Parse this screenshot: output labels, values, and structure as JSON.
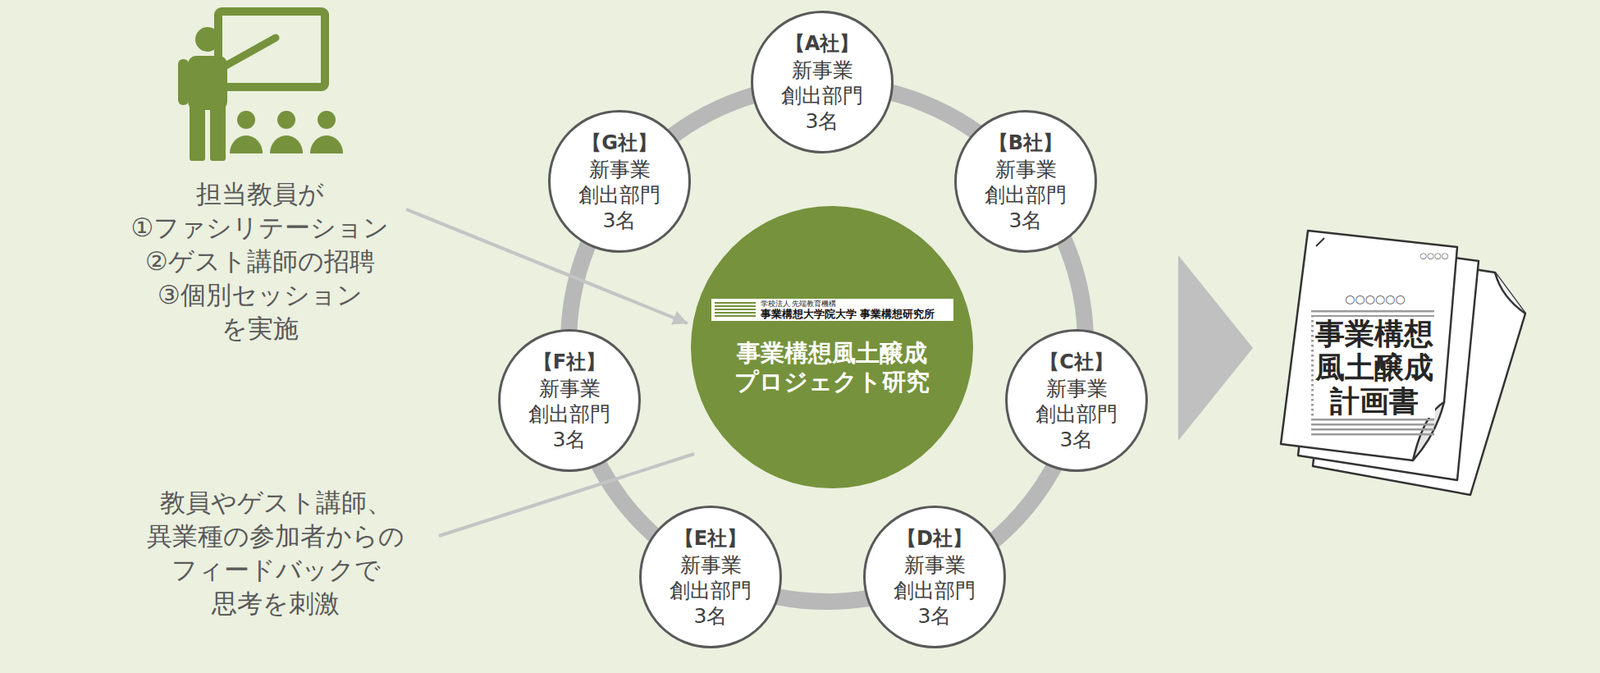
{
  "diagram": {
    "nodes": [
      {
        "text": [
          "【A社】",
          "新事業 創出部門 3名"
        ]
      },
      {
        "text": [
          "【B社】",
          "新事業 創出部門 3名"
        ]
      },
      {
        "text": [
          "【C社】",
          "新事業 創出部門 3名"
        ]
      },
      {
        "text": [
          "【D社】",
          "新事業 創出部門 3名"
        ]
      },
      {
        "text": [
          "【E社】",
          "新事業 創出部門 3名"
        ]
      },
      {
        "text": [
          "【F社】",
          "新事業 創出部門 3名"
        ]
      },
      {
        "text": [
          "【G社】",
          "新事業 創出部門 3名"
        ]
      },
      {
        "text": [
          "学校法人 先端教育機構",
          "事業構想大学院大学 事業構想研究所",
          "事業構想風土醸成 プロジェクト研究"
        ]
      },
      {
        "text": [
          "○○○○",
          "○○○○○○",
          "事業構想 風土醸成 計画書"
        ]
      }
    ],
    "labels": [
      "担当教員が ①ファシリテーション ②ゲスト講師の招聘 ③個別セッション を実施",
      "教員やゲスト講師、 異業種の参加者からの フィードバックで 思考を刺激"
    ]
  }
}
